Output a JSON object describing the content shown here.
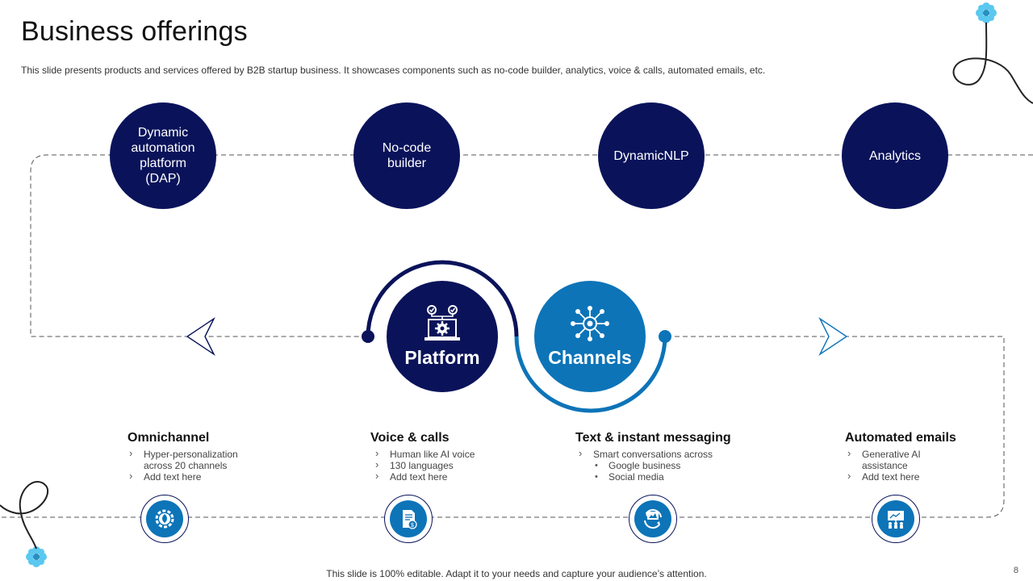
{
  "slide": {
    "title": "Business offerings",
    "subtitle": "This slide presents products and services offered by B2B startup business. It showcases components such as no-code builder, analytics, voice & calls, automated emails, etc.",
    "footer": "This slide is 100% editable. Adapt it to your needs and capture your audience’s attention.",
    "page_number": "8"
  },
  "offerings": [
    {
      "label": "Dynamic\nautomation\nplatform\n(DAP)"
    },
    {
      "label": "No-code\nbuilder"
    },
    {
      "label": "DynamicNLP"
    },
    {
      "label": "Analytics"
    }
  ],
  "center": {
    "platform": {
      "label": "Platform",
      "icon": "laptop-gear-icon",
      "color": "#0a135a"
    },
    "channels": {
      "label": "Channels",
      "icon": "network-hub-icon",
      "color": "#0d74b8"
    }
  },
  "features": [
    {
      "title": "Omnichannel",
      "items": [
        {
          "kind": "chev",
          "text": "Hyper-personalization"
        },
        {
          "kind": "cont",
          "text": "across 20 channels"
        },
        {
          "kind": "chev",
          "text": "Add text here"
        }
      ],
      "icon": "gear-leaf-icon"
    },
    {
      "title": "Voice & calls",
      "items": [
        {
          "kind": "chev",
          "text": "Human like AI voice"
        },
        {
          "kind": "chev",
          "text": "130 languages"
        },
        {
          "kind": "chev",
          "text": "Add text here"
        }
      ],
      "icon": "document-dollar-icon"
    },
    {
      "title": "Text & instant messaging",
      "items": [
        {
          "kind": "chev",
          "text": "Smart conversations across"
        },
        {
          "kind": "sub",
          "text": "Google business"
        },
        {
          "kind": "sub",
          "text": "Social media"
        }
      ],
      "icon": "chat-refresh-icon"
    },
    {
      "title": "Automated emails",
      "items": [
        {
          "kind": "chev",
          "text": "Generative AI"
        },
        {
          "kind": "cont",
          "text": "assistance"
        },
        {
          "kind": "chev",
          "text": "Add text here"
        }
      ],
      "icon": "presentation-team-icon"
    }
  ],
  "colors": {
    "navy": "#0a135a",
    "blue": "#0d74b8",
    "flower": "#5bc8ef"
  }
}
